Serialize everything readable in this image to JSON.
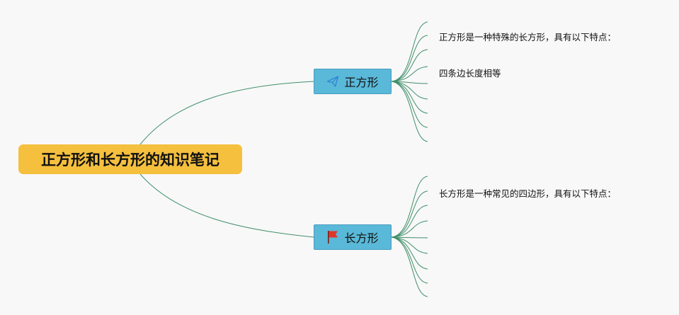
{
  "root": {
    "title": "正方形和长方形的知识笔记"
  },
  "branches": [
    {
      "label": "正方形",
      "icon": "paper-plane-icon",
      "notes": [
        "正方形是一种特殊的长方形，具有以下特点：",
        "四条边长度相等"
      ]
    },
    {
      "label": "长方形",
      "icon": "red-flag-icon",
      "notes": [
        "长方形是一种常见的四边形，具有以下特点："
      ]
    }
  ],
  "colors": {
    "background": "#f8f8f8",
    "root_fill": "#f5c03e",
    "branch_fill": "#5ab8d8",
    "connector": "#3f8f6a",
    "plane_icon": "#2f86d8",
    "flag_icon": "#e0362b"
  }
}
